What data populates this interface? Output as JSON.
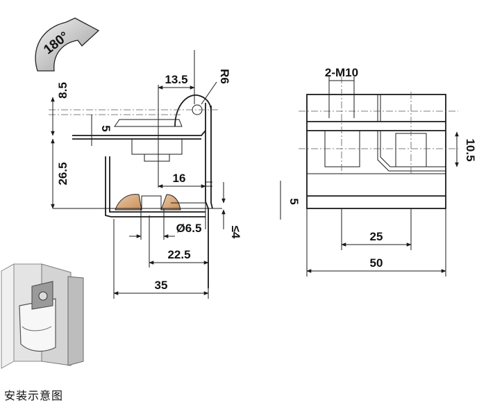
{
  "rotation_label": "180°",
  "side_view": {
    "dim_top_offset": "8.5",
    "dim_pitch": "13.5",
    "dim_radius": "R6",
    "dim_flange": "5",
    "dim_height": "26.5",
    "dim_nut_width": "16",
    "dim_hole": "Ø6.5",
    "dim_thickness": "≤4",
    "dim_hole_offset": "22.5",
    "dim_total": "35"
  },
  "front_view": {
    "thread_spec": "2-M10",
    "dim_slot": "10.5",
    "dim_base": "5",
    "dim_spacing": "25",
    "dim_width": "50"
  },
  "caption": "安装示意图"
}
